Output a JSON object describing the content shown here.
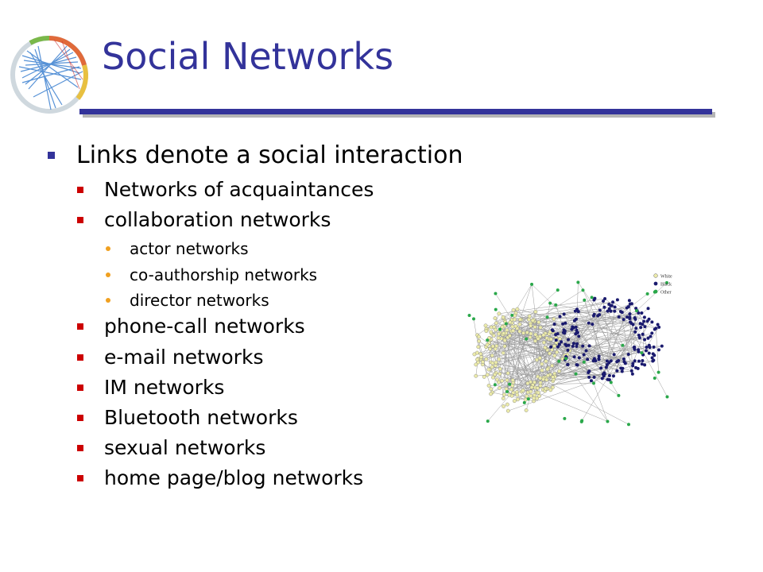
{
  "slide": {
    "title": "Social Networks",
    "accent_color": "#33339a",
    "level2_marker_color": "#cc0000",
    "level3_marker_color": "#f0a020",
    "logo_icon": "network-circle-logo-icon"
  },
  "bullets": [
    {
      "level": 1,
      "text": "Links denote a social interaction"
    },
    {
      "level": 2,
      "text": "Networks of acquaintances"
    },
    {
      "level": 2,
      "text": "collaboration networks"
    },
    {
      "level": 3,
      "text": "actor networks"
    },
    {
      "level": 3,
      "text": "co-authorship networks"
    },
    {
      "level": 3,
      "text": "director networks"
    },
    {
      "level": 2,
      "text": "phone-call networks"
    },
    {
      "level": 2,
      "text": "e-mail networks"
    },
    {
      "level": 2,
      "text": "IM networks"
    },
    {
      "level": 2,
      "text": "Bluetooth networks"
    },
    {
      "level": 2,
      "text": "sexual networks"
    },
    {
      "level": 2,
      "text": "home page/blog networks"
    }
  ],
  "network_image": {
    "legend": [
      {
        "label": "White",
        "color": "#ecebaa"
      },
      {
        "label": "Black",
        "color": "#1a1a6e"
      },
      {
        "label": "Other",
        "color": "#2aa84a"
      }
    ]
  }
}
